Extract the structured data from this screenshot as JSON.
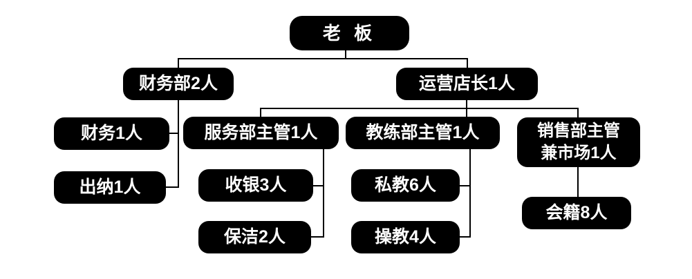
{
  "colors": {
    "node_bg": "#000000",
    "node_text": "#ffffff",
    "connector": "#000000",
    "page_bg": "#ffffff"
  },
  "nodes": {
    "boss": {
      "label": "老 板"
    },
    "finance_dept": {
      "label": "财务部2人"
    },
    "operations_manager": {
      "label": "运营店长1人"
    },
    "finance": {
      "label": "财务1人"
    },
    "service_supervisor": {
      "label": "服务部主管1人"
    },
    "coach_supervisor": {
      "label": "教练部主管1人"
    },
    "sales_supervisor": {
      "label_line1": "销售部主管",
      "label_line2": "兼市场1人"
    },
    "cashier": {
      "label": "出纳1人"
    },
    "front_desk": {
      "label": "收银3人"
    },
    "cleaning": {
      "label": "保洁2人"
    },
    "personal_trainers": {
      "label": "私教6人"
    },
    "group_coaches": {
      "label": "操教4人"
    },
    "membership": {
      "label": "会籍8人"
    }
  },
  "hierarchy": {
    "老 板": [
      "财务部2人",
      "运营店长1人"
    ],
    "财务部2人": [
      "财务1人",
      "出纳1人"
    ],
    "运营店长1人": [
      "服务部主管1人",
      "教练部主管1人",
      "销售部主管兼市场1人"
    ],
    "服务部主管1人": [
      "收银3人",
      "保洁2人"
    ],
    "教练部主管1人": [
      "私教6人",
      "操教4人"
    ],
    "销售部主管兼市场1人": [
      "会籍8人"
    ]
  }
}
